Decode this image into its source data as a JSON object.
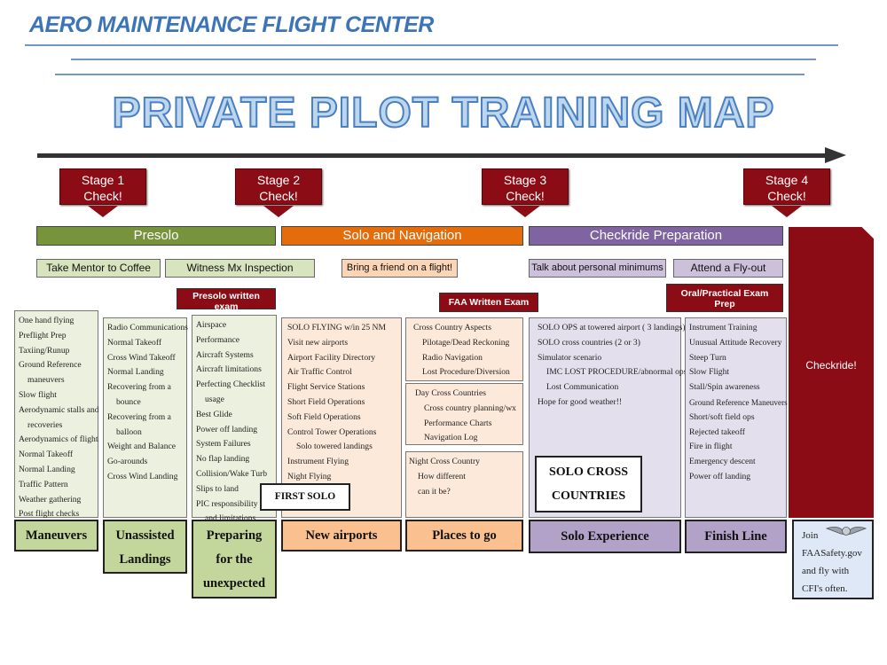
{
  "company": "AERO MAINTENANCE FLIGHT CENTER",
  "title": "PRIVATE PILOT TRAINING MAP",
  "stages": [
    {
      "line1": "Stage 1",
      "line2": "Check!"
    },
    {
      "line1": "Stage 2",
      "line2": "Check!"
    },
    {
      "line1": "Stage 3",
      "line2": "Check!"
    },
    {
      "line1": "Stage 4",
      "line2": "Check!"
    }
  ],
  "phases": [
    "Presolo",
    "Solo and Navigation",
    "Checkride Preparation"
  ],
  "activities": [
    "Take Mentor to Coffee",
    "Witness Mx Inspection",
    "Bring a friend on a flight!",
    "Talk about personal minimums",
    "Attend a Fly-out"
  ],
  "exams": {
    "presolo": [
      "Presolo written",
      "exam"
    ],
    "faa": "FAA Written Exam",
    "oral": [
      "Oral/Practical Exam",
      "Prep"
    ]
  },
  "columns": {
    "maneuvers": [
      "One hand flying",
      "Preflight Prep",
      "Taxiing/Runup",
      "Ground Reference",
      "maneuvers",
      "Slow flight",
      "Aerodynamic stalls  and",
      "recoveries",
      "Aerodynamics of flight",
      "Normal Takeoff",
      "Normal Landing",
      "Traffic Pattern",
      "Weather gathering",
      "Post flight checks"
    ],
    "unassisted": [
      "Radio Communications",
      "Normal Takeoff",
      "Cross Wind Takeoff",
      "Normal Landing",
      "Recovering from a",
      "bounce",
      "Recovering from a",
      "balloon",
      "Weight and Balance",
      "Go-arounds",
      "Cross Wind Landing"
    ],
    "unexpected": [
      "Airspace",
      "Performance",
      "Aircraft Systems",
      "Aircraft limitations",
      "Perfecting Checklist",
      "usage",
      "Best Glide",
      "Power off landing",
      "System Failures",
      "No flap landing",
      "Collision/Wake Turb",
      "Slips to land",
      "PIC responsibility",
      "and limitations"
    ],
    "airports": [
      "SOLO FLYING w/in 25 NM",
      "Visit new airports",
      "Airport Facility Directory",
      "Air Traffic Control",
      "Flight Service Stations",
      "Short Field Operations",
      "Soft Field Operations",
      "Control Tower Operations",
      "Solo towered landings",
      "Instrument Flying",
      "Night Flying"
    ],
    "places1": [
      "Cross Country Aspects",
      "Pilotage/Dead Reckoning",
      "Radio Navigation",
      "Lost Procedure/Diversion"
    ],
    "places2": [
      "Day Cross Countries",
      "Cross country planning/wx",
      "Performance Charts",
      "Navigation Log"
    ],
    "places3": [
      "Night Cross Country",
      "How different",
      "can it be?"
    ],
    "solo": [
      "SOLO OPS at towered airport ( 3 landings)",
      "SOLO cross countries (2 or 3)",
      "Simulator scenario",
      "IMC LOST PROCEDURE/abnormal ops",
      "Lost Communication",
      "Hope for good weather!!"
    ],
    "finish": [
      "Instrument Training",
      "Unusual Attitude Recovery",
      "Steep Turn",
      "Slow Flight",
      "Stall/Spin awareness",
      "Ground Reference Maneuvers",
      "Short/soft field ops",
      "Rejected takeoff",
      "Fire in flight",
      "Emergency descent",
      "Power off landing"
    ]
  },
  "first_solo": "FIRST SOLO",
  "solo_cross": [
    "SOLO CROSS",
    "COUNTRIES"
  ],
  "footers": {
    "maneuvers": "Maneuvers",
    "unassisted": [
      "Unassisted",
      "Landings"
    ],
    "unexpected": [
      "Preparing",
      "for the",
      "unexpected"
    ],
    "airports": "New airports",
    "places": "Places to go",
    "solo": "Solo Experience",
    "finish": "Finish Line"
  },
  "checkride": "Checkride!",
  "join": [
    "Join",
    "FAASafety.gov",
    "and fly with",
    "CFI's often."
  ],
  "colors": {
    "presolo": "#77933c",
    "solo_nav": "#e46c0a",
    "checkride_prep": "#8064a2",
    "stage_red": "#8b0c14",
    "title_blue": "#3d74b8"
  }
}
